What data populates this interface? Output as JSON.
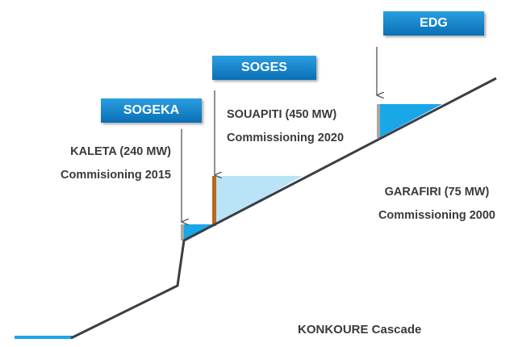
{
  "operators": {
    "sogeka": "SOGEKA",
    "soges": "SOGES",
    "edg": "EDG"
  },
  "plants": {
    "kaleta": {
      "name": "KALETA (240 MW)",
      "commissioning": "Commisioning 2015"
    },
    "souapiti": {
      "name": "SOUAPITI (450 MW)",
      "commissioning": "Commissioning 2020"
    },
    "garafiri": {
      "name": "GARAFIRI (75 MW)",
      "commissioning": "Commissioning 2000"
    }
  },
  "caption": "KONKOURE Cascade",
  "colors": {
    "box": "#0a7fc8",
    "reservoir": "#1aa7e8",
    "reservoir_light": "#b9e3f6",
    "dam_orange": "#b8691b",
    "dam_gray": "#a8a8a8",
    "river": "#3a3f45"
  }
}
